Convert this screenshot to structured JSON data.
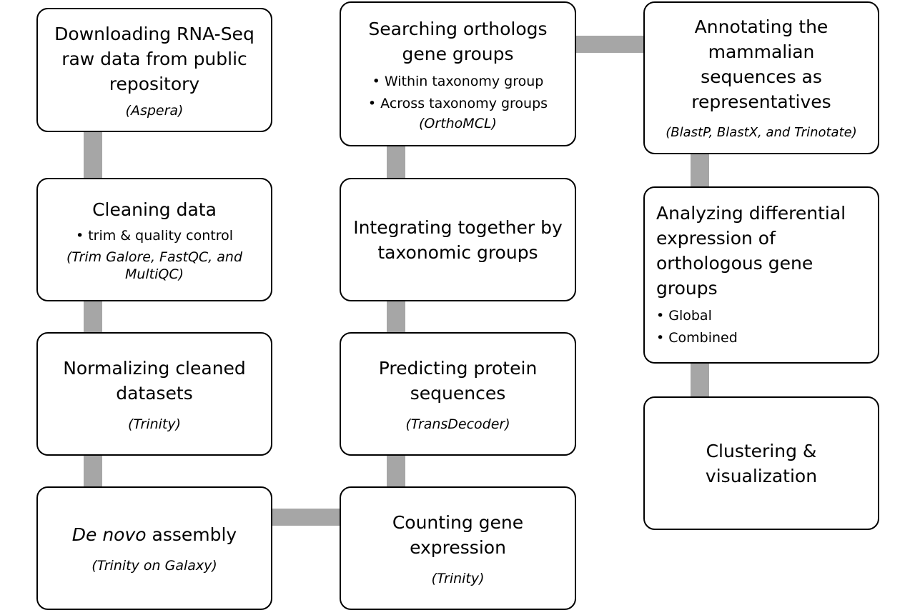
{
  "boxes": {
    "download": {
      "title": "Downloading RNA-Seq\nraw data from public\nrepository",
      "tool": "(Aspera)"
    },
    "cleaning": {
      "title": "Cleaning data",
      "bullets": [
        "trim & quality control"
      ],
      "tool": "(Trim Galore, FastQC, and\nMultiQC)"
    },
    "normalizing": {
      "title": "Normalizing cleaned\ndatasets",
      "tool": "(Trinity)"
    },
    "assembly": {
      "title_italic": "De novo",
      "title_rest": " assembly",
      "tool": "(Trinity on Galaxy)"
    },
    "counting": {
      "title": "Counting gene\nexpression",
      "tool": "(Trinity)"
    },
    "predicting": {
      "title": "Predicting protein\nsequences",
      "tool": "(TransDecoder)"
    },
    "integrating": {
      "title": "Integrating together by\ntaxonomic groups"
    },
    "orthologs": {
      "title": "Searching orthologs\ngene groups",
      "bullets": [
        "Within taxonomy group",
        "Across taxonomy groups"
      ],
      "tool": "(OrthoMCL)"
    },
    "annotating": {
      "title": "Annotating the\nmammalian\nsequences as\nrepresentatives",
      "tool": "(BlastP, BlastX, and Trinotate)"
    },
    "analyzing": {
      "title": "Analyzing differential\nexpression of\northologous gene\ngroups",
      "bullets": [
        "Global",
        "Combined"
      ]
    },
    "clustering": {
      "title": "Clustering &\nvisualization"
    }
  },
  "colors": {
    "connector": "#a6a6a6",
    "border": "#000000"
  }
}
